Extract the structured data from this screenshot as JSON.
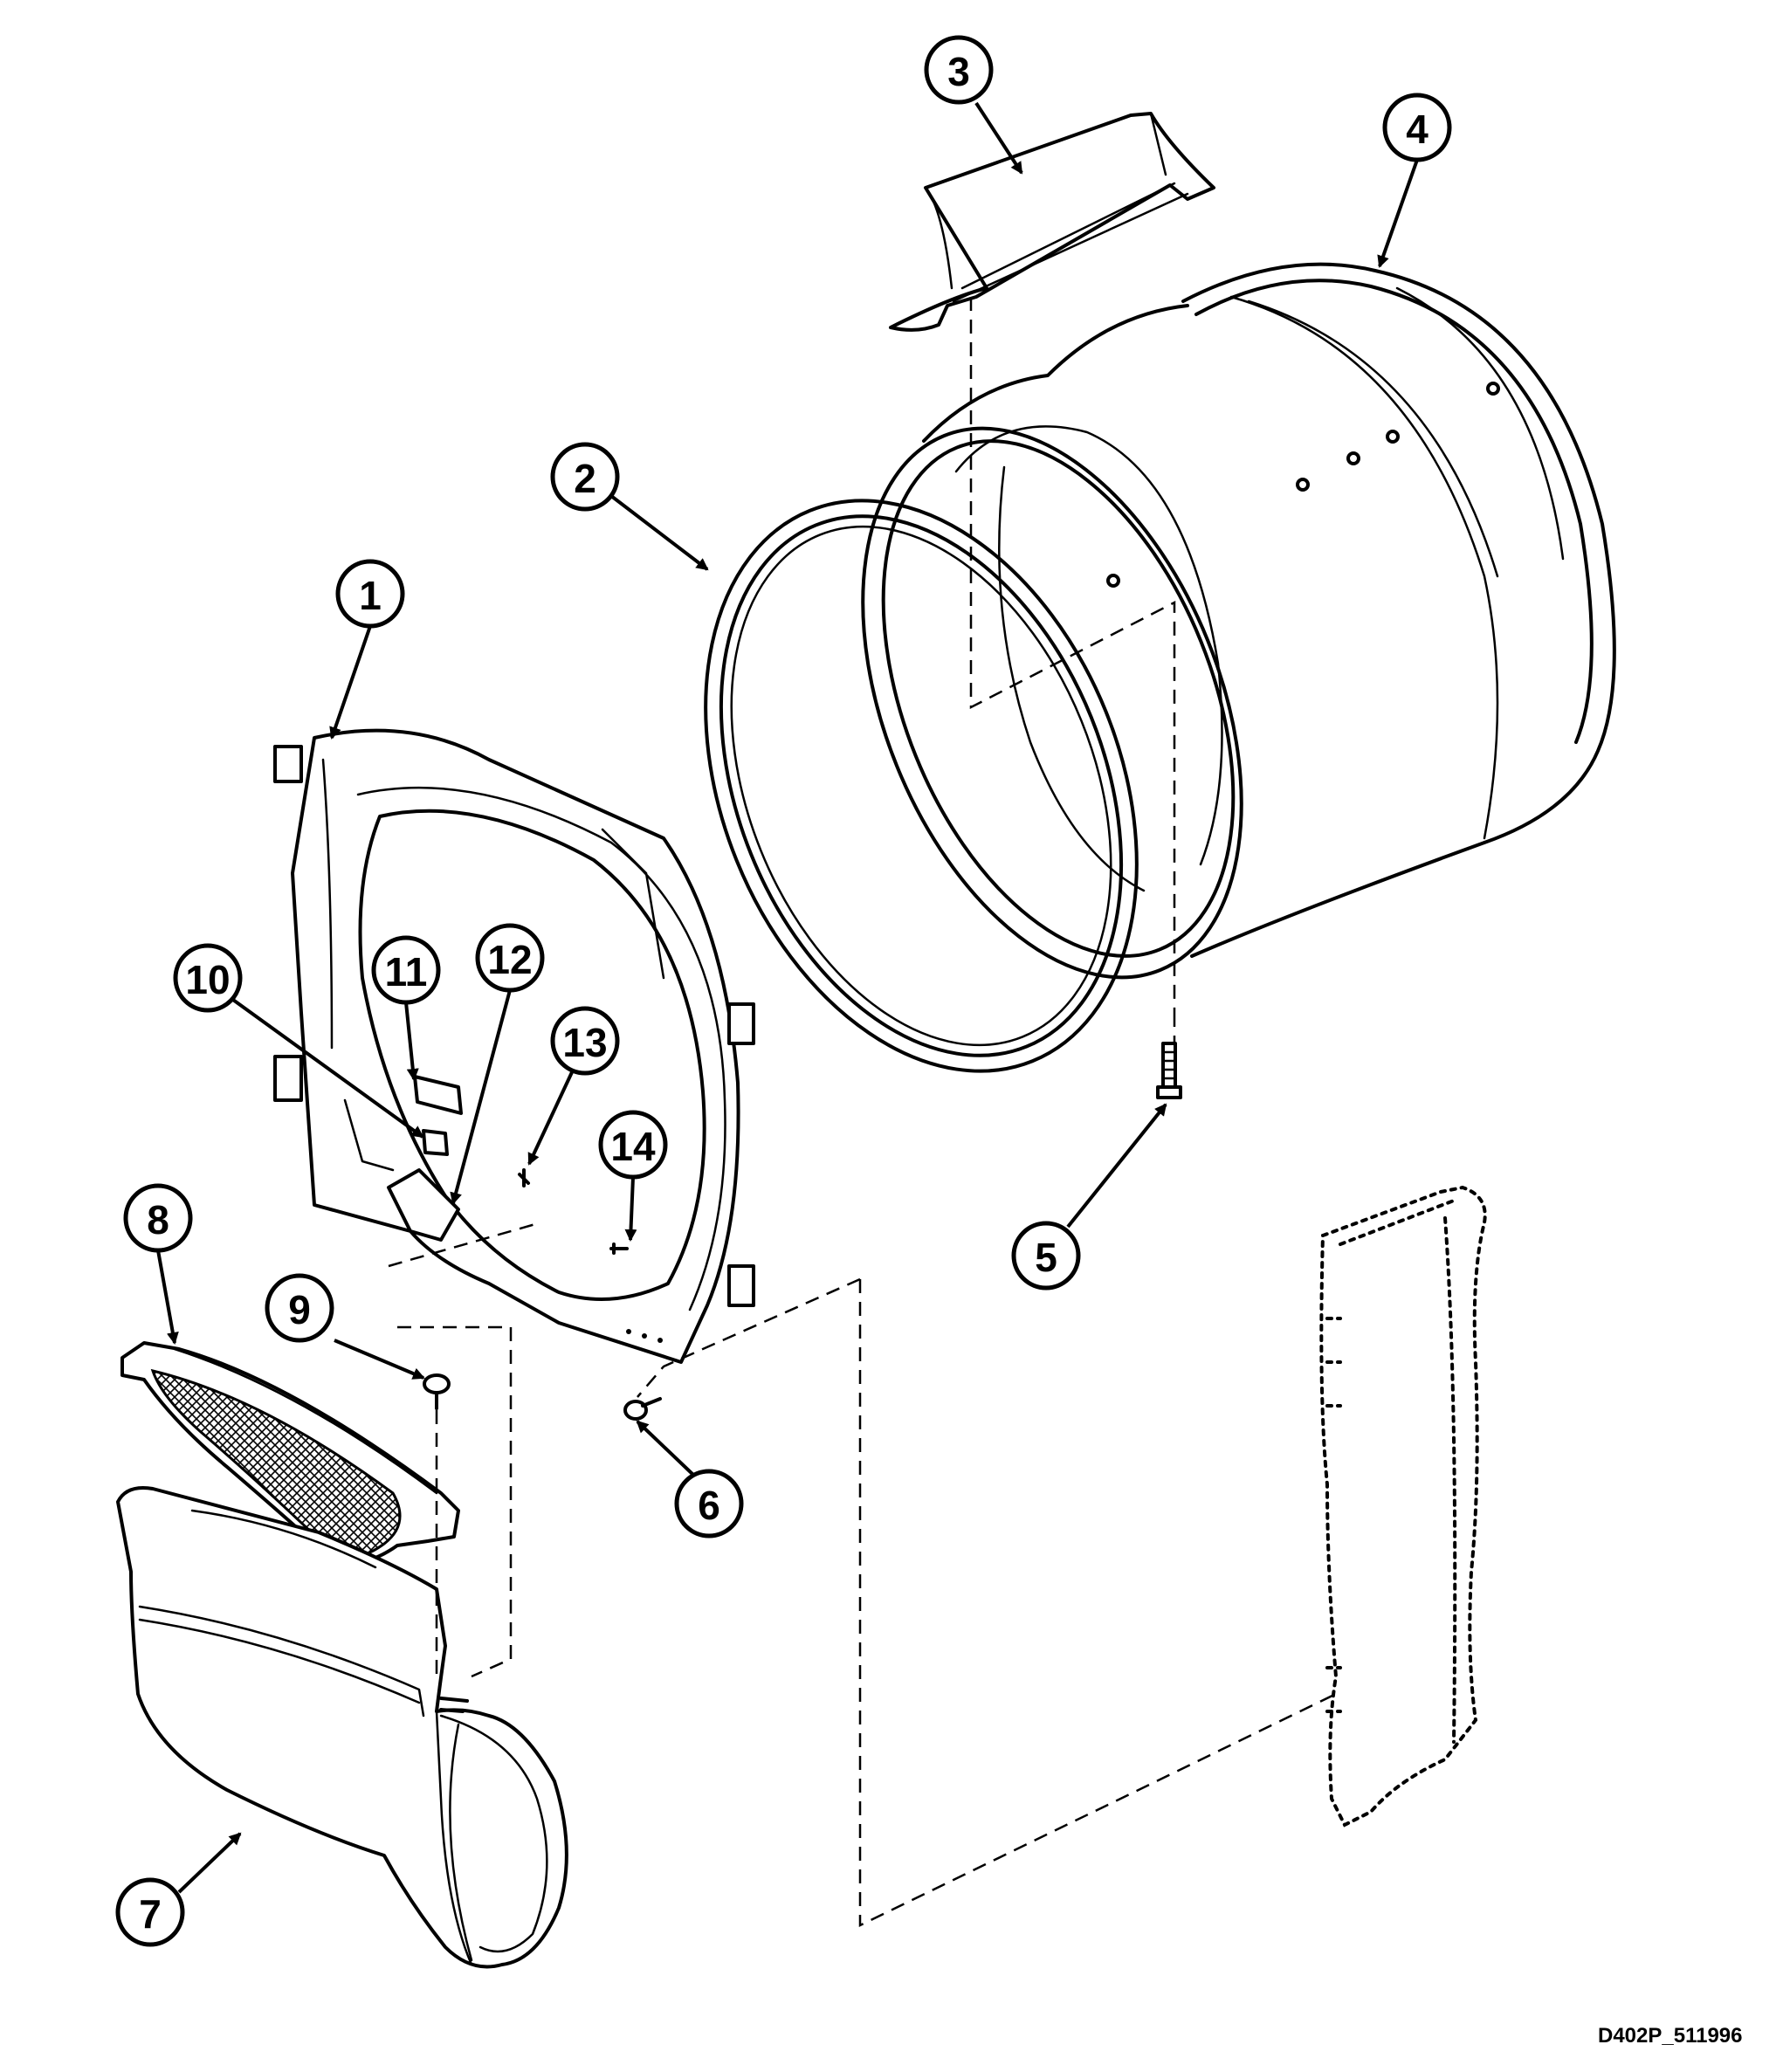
{
  "callouts": [
    {
      "label": "1"
    },
    {
      "label": "2"
    },
    {
      "label": "3"
    },
    {
      "label": "4"
    },
    {
      "label": "5"
    },
    {
      "label": "6"
    },
    {
      "label": "7"
    },
    {
      "label": "8"
    },
    {
      "label": "9"
    },
    {
      "label": "10"
    },
    {
      "label": "11"
    },
    {
      "label": "12"
    },
    {
      "label": "13"
    },
    {
      "label": "14"
    }
  ],
  "reference_code": "D402P_511996",
  "colors": {
    "ink": "#000000",
    "paper": "#ffffff",
    "mesh": "#cfcfcf"
  }
}
